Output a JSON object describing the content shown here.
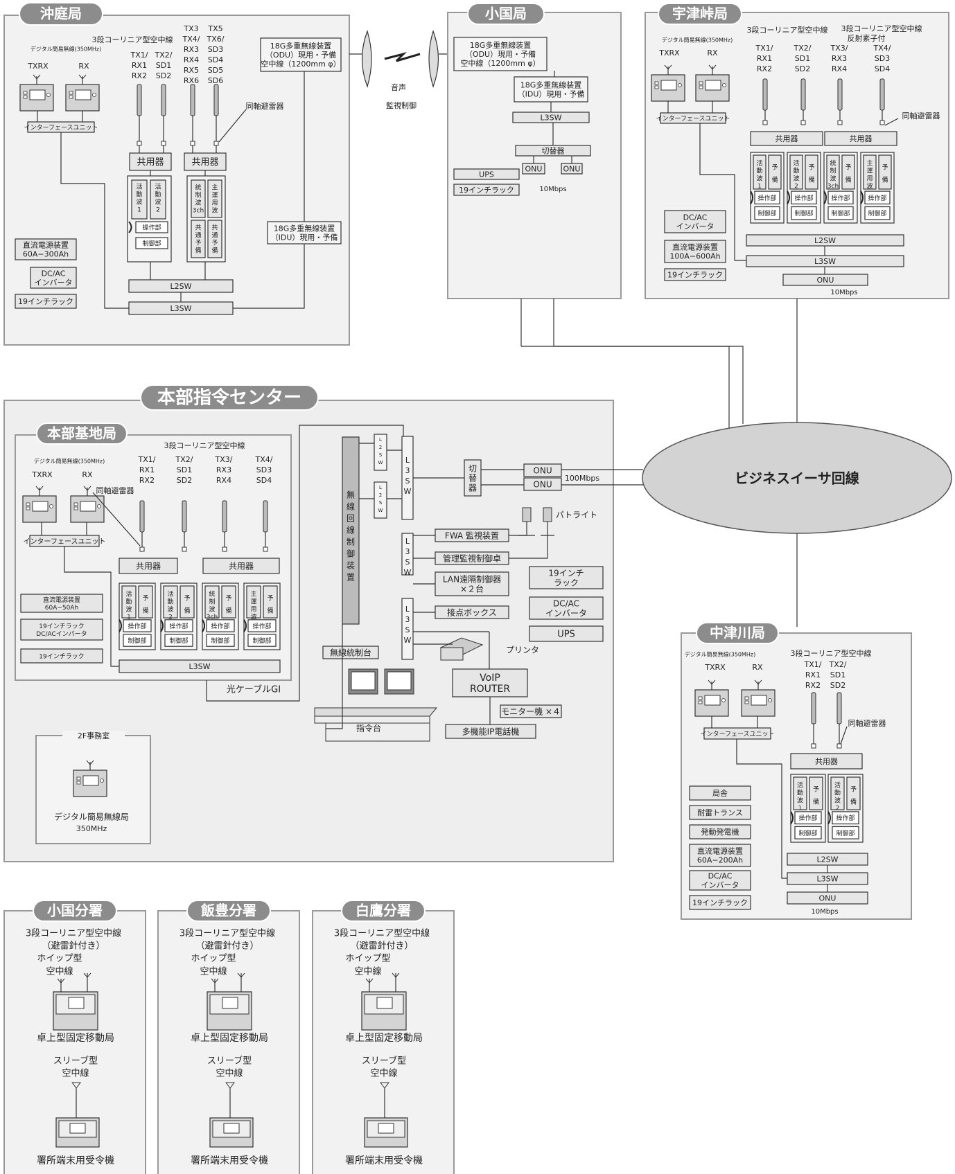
{
  "business_line": "ビジネスイーサ回線",
  "okiniwa": {
    "title": "沖庭局",
    "digital_radio": "デジタル簡易無線(350MHz)",
    "txrx": "TXRX",
    "rx": "RX",
    "iface": "インターフェースユニット",
    "ant_type": "3段コーリニア型空中線",
    "ant_cols": [
      [
        "TX1/",
        "RX1",
        "RX2"
      ],
      [
        "TX2/",
        "SD1",
        "SD2"
      ],
      [
        "TX3",
        "TX4/",
        "RX3",
        "RX4",
        "RX5",
        "RX6"
      ],
      [
        "TX5",
        "TX6/",
        "SD3",
        "SD4",
        "SD5",
        "SD6"
      ]
    ],
    "arrester": "同軸避雷器",
    "duplexer": "共用器",
    "odu": [
      "18G多重無線装置",
      "（ODU）現用・予備",
      "空中線（1200mm φ）"
    ],
    "idu": [
      "18G多重無線装置",
      "（IDU）現用・予備"
    ],
    "rack_a": [
      "活",
      "動",
      "波",
      "1"
    ],
    "rack_b": [
      "活",
      "動",
      "波",
      "2"
    ],
    "rack_c": [
      "統",
      "制",
      "波",
      "3ch"
    ],
    "rack_d": [
      "主",
      "運",
      "用",
      "波"
    ],
    "rack_e": [
      "共",
      "通",
      "予",
      "備"
    ],
    "rack_f": [
      "共",
      "通",
      "予",
      "備"
    ],
    "op": "操作部",
    "ctrl": "制御部",
    "psu": [
      "直流電源装置",
      "60A−300Ah"
    ],
    "dcac": [
      "DC/AC",
      "インバータ"
    ],
    "rack19": "19インチラック",
    "l2sw": "L2SW",
    "l3sw": "L3SW"
  },
  "link": {
    "voice": "音声",
    "monitor": "監視制御"
  },
  "oguni": {
    "title": "小国局",
    "odu": [
      "18G多重無線装置",
      "（ODU）現用・予備",
      "空中線（1200mm φ）"
    ],
    "idu": [
      "18G多重無線装置",
      "（IDU）現用・予備"
    ],
    "l3sw": "L3SW",
    "switcher": "切替器",
    "onu": "ONU",
    "ups": "UPS",
    "rack19": "19インチラック",
    "speed": "10Mbps"
  },
  "utsu": {
    "title": "宇津峠局",
    "digital_radio": "デジタル簡易無線(350MHz)",
    "txrx": "TXRX",
    "rx": "RX",
    "ant_type1": "3段コーリニア型空中線",
    "ant_type2": [
      "3段コーリニア型空中線",
      "反射素子付"
    ],
    "ant_cols": [
      [
        "TX1/",
        "RX1",
        "RX2"
      ],
      [
        "TX2/",
        "SD1",
        "SD2"
      ],
      [
        "TX3/",
        "RX3",
        "RX4"
      ],
      [
        "TX4/",
        "SD3",
        "SD4"
      ]
    ],
    "arrester": "同軸避雷器",
    "duplexer": "共用器",
    "iface": "インターフェースユニット",
    "racks": [
      [
        "活",
        "動",
        "波",
        "1"
      ],
      [
        "活",
        "動",
        "波",
        "2"
      ],
      [
        "統",
        "制",
        "波",
        "3ch"
      ],
      [
        "主",
        "運",
        "用",
        "波"
      ]
    ],
    "spare": [
      "予",
      "備"
    ],
    "op": "操作部",
    "ctrl": "制御部",
    "dcac": [
      "DC/AC",
      "インバータ"
    ],
    "psu": [
      "直流電源装置",
      "100A−600Ah"
    ],
    "rack19": "19インチラック",
    "l2sw": "L2SW",
    "l3sw": "L3SW",
    "onu": "ONU",
    "speed": "10Mbps"
  },
  "hq": {
    "title": "本部指令センター",
    "base": {
      "title": "本部基地局",
      "digital_radio": "デジタル簡易無線(350MHz)",
      "txrx": "TXRX",
      "rx": "RX",
      "arrester": "同軸避雷器",
      "ant_type": "3段コーリニア型空中線",
      "ant_cols": [
        [
          "TX1/",
          "RX1",
          "RX2"
        ],
        [
          "TX2/",
          "SD1",
          "SD2"
        ],
        [
          "TX3/",
          "RX3",
          "RX4"
        ],
        [
          "TX4/",
          "SD3",
          "SD4"
        ]
      ],
      "iface": "インターフェースユニット",
      "duplexer": "共用器",
      "racks": [
        [
          "活",
          "動",
          "波",
          "1"
        ],
        [
          "活",
          "動",
          "波",
          "2"
        ],
        [
          "統",
          "制",
          "波",
          "3ch"
        ],
        [
          "主",
          "運",
          "用",
          "波"
        ]
      ],
      "spare": [
        "予",
        "備"
      ],
      "op": "操作部",
      "ctrl": "制御部",
      "psu": [
        "直流電源装置",
        "60A−50Ah"
      ],
      "rack_dcac": [
        "19インチラック",
        "DC/ACインバータ"
      ],
      "rack19": "19インチラック",
      "l3sw": "L3SW"
    },
    "fiber": "光ケーブルGI",
    "office": {
      "title": "2F事務室",
      "label": [
        "デジタル簡易無線局",
        "350MHz"
      ]
    },
    "wireless_ctrl": [
      "無",
      "線",
      "回",
      "線",
      "制",
      "御",
      "装",
      "置"
    ],
    "l2sw": [
      "L",
      "2",
      "S",
      "W"
    ],
    "l3sw": [
      "L",
      "3",
      "S",
      "W"
    ],
    "switcher": [
      "切",
      "替",
      "器"
    ],
    "onu": "ONU",
    "speed": "100Mbps",
    "patlite": "パトライト",
    "fwa": "FWA 監視装置",
    "mgmt": "管理監視制御卓",
    "lan": [
      "LAN遠隔制御器",
      "×２台"
    ],
    "contact": "接点ボックス",
    "rack19": [
      "19インチ",
      "ラック"
    ],
    "dcac": [
      "DC/AC",
      "インバータ"
    ],
    "ups": "UPS",
    "printer": "プリンタ",
    "console": "無線統制台",
    "voip": [
      "VoIP",
      "ROUTER"
    ],
    "monitor": "モニター機 ×４",
    "ipphone": "多機能IP電話機",
    "desk": "指令台"
  },
  "nakatsu": {
    "title": "中津川局",
    "digital_radio": "デジタル簡易無線(350MHz)",
    "txrx": "TXRX",
    "rx": "RX",
    "ant_type": "3段コーリニア型空中線",
    "ant_cols": [
      [
        "TX1/",
        "RX1",
        "RX2"
      ],
      [
        "TX2/",
        "SD1",
        "SD2"
      ]
    ],
    "arrester": "同軸避雷器",
    "iface": "インターフェースユニット",
    "duplexer": "共用器",
    "racks": [
      [
        "活",
        "動",
        "波",
        "1"
      ],
      [
        "活",
        "動",
        "波",
        "2"
      ]
    ],
    "spare": [
      "予",
      "備"
    ],
    "op": "操作部",
    "ctrl": "制御部",
    "left": [
      "局舎",
      "耐雷トランス",
      "発動発電機"
    ],
    "psu": [
      "直流電源装置",
      "60A−200Ah"
    ],
    "dcac": [
      "DC/AC",
      "インバータ"
    ],
    "rack19": "19インチラック",
    "l2sw": "L2SW",
    "l3sw": "L3SW",
    "onu": "ONU",
    "speed": "10Mbps"
  },
  "branches": [
    {
      "title": "小国分署"
    },
    {
      "title": "飯豊分署"
    },
    {
      "title": "白鷹分署"
    }
  ],
  "branch_text": {
    "ant": [
      "3段コーリニア型空中線",
      "（避雷針付き）"
    ],
    "whip": [
      "ホイップ型",
      "空中線"
    ],
    "fixed": "卓上型固定移動局",
    "sleeve": [
      "スリーブ型",
      "空中線"
    ],
    "receiver": "署所端末用受令機"
  }
}
